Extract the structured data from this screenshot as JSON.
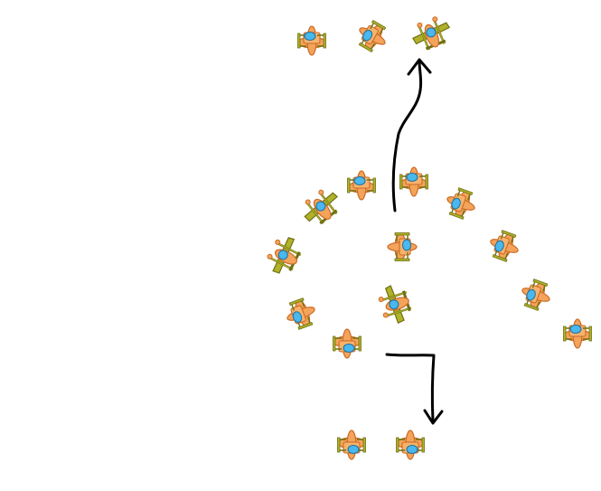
{
  "scene": {
    "background": "#ffffff",
    "palette": {
      "orange": "#f4a35a",
      "orange_dark": "#c96a24",
      "olive": "#b0b22a",
      "olive_dark": "#6f7012",
      "cockpit": "#48b8ee",
      "cockpit_dark": "#1f6e9c",
      "ink": "#000000"
    },
    "icons": {
      "orange_plane": "orange-biplane-icon",
      "green_plane": "green-twin-boom-plane-icon",
      "arrow": "hand-drawn-arrow-icon"
    },
    "groups": {
      "top_row": [
        "orange-plane",
        "orange-plane",
        "green-plane"
      ],
      "circle": [
        "orange-plane",
        "green-plane",
        "orange-plane",
        "orange-plane",
        "orange-plane",
        "green-plane",
        "orange-plane",
        "orange-plane",
        "orange-plane",
        "orange-plane"
      ],
      "center": [
        "orange-plane",
        "green-plane"
      ],
      "bottom_row": [
        "orange-plane",
        "orange-plane"
      ]
    },
    "arrows": [
      {
        "direction": "up"
      },
      {
        "direction": "down"
      }
    ]
  }
}
